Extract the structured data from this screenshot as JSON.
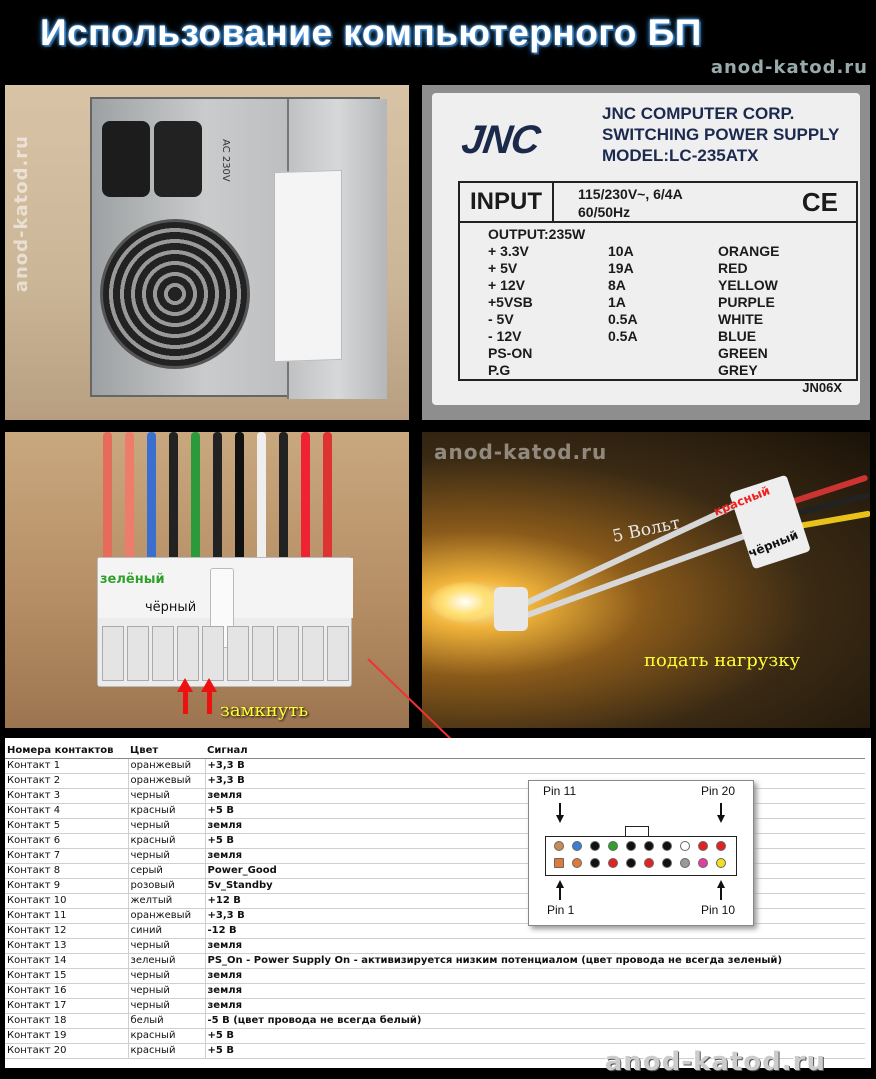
{
  "title": "Использование компьютерного БП",
  "watermark": "anod-katod.ru",
  "psu_photo": {
    "ac_text": "AC 230V"
  },
  "label": {
    "brand": "JNC",
    "corp_lines": [
      "JNC COMPUTER CORP.",
      "SWITCHING POWER SUPPLY",
      "MODEL:LC-235ATX"
    ],
    "input_word": "INPUT",
    "input_lines": [
      "115/230V~, 6/4A",
      "60/50Hz"
    ],
    "ce_mark": "CE",
    "output_header": "OUTPUT:235W",
    "output_rows": [
      {
        "v": "+ 3.3V",
        "a": "10A",
        "c": "ORANGE"
      },
      {
        "v": "+   5V",
        "a": "19A",
        "c": "RED"
      },
      {
        "v": "+ 12V",
        "a": "8A",
        "c": "YELLOW"
      },
      {
        "v": "+5VSB",
        "a": "1A",
        "c": "PURPLE"
      },
      {
        "v": "-   5V",
        "a": "0.5A",
        "c": "WHITE"
      },
      {
        "v": "-  12V",
        "a": "0.5A",
        "c": "BLUE"
      },
      {
        "v": "PS-ON",
        "a": "",
        "c": "GREEN"
      },
      {
        "v": "P.G",
        "a": "",
        "c": "GREY"
      }
    ],
    "code": "JN06X"
  },
  "connector_photo": {
    "green_label": "зелёный",
    "black_label": "чёрный",
    "close_label": "замкнуть"
  },
  "lamp_photo": {
    "volt_label": "5 Вольт",
    "red_label": "красный",
    "black_label": "чёрный",
    "load_label": "подать нагрузку"
  },
  "table": {
    "headers": [
      "Номера контактов",
      "Цвет",
      "Сигнал"
    ],
    "rows": [
      [
        "Контакт 1",
        "оранжевый",
        "+3,3 В"
      ],
      [
        "Контакт 2",
        "оранжевый",
        "+3,3 В"
      ],
      [
        "Контакт 3",
        "черный",
        "земля"
      ],
      [
        "Контакт 4",
        "красный",
        "+5 В"
      ],
      [
        "Контакт 5",
        "черный",
        "земля"
      ],
      [
        "Контакт 6",
        "красный",
        "+5 В"
      ],
      [
        "Контакт 7",
        "черный",
        "земля"
      ],
      [
        "Контакт 8",
        "серый",
        "Power_Good"
      ],
      [
        "Контакт 9",
        "розовый",
        "5v_Standby"
      ],
      [
        "Контакт 10",
        "желтый",
        "+12 В"
      ],
      [
        "Контакт 11",
        "оранжевый",
        "+3,3 В"
      ],
      [
        "Контакт 12",
        "синий",
        "-12 В"
      ],
      [
        "Контакт 13",
        "черный",
        "земля"
      ],
      [
        "Контакт 14",
        "зеленый",
        "PS_On - Power Supply On - активизируется низким потенциалом (цвет провода не всегда зеленый)"
      ],
      [
        "Контакт 15",
        "черный",
        "земля"
      ],
      [
        "Контакт 16",
        "черный",
        "земля"
      ],
      [
        "Контакт 17",
        "черный",
        "земля"
      ],
      [
        "Контакт 18",
        "белый",
        "-5 В (цвет провода не всегда белый)"
      ],
      [
        "Контакт 19",
        "красный",
        "+5 В"
      ],
      [
        "Контакт 20",
        "красный",
        "+5 В"
      ]
    ]
  },
  "pin_diagram": {
    "pin11": "Pin 11",
    "pin20": "Pin 20",
    "pin1": "Pin 1",
    "pin10": "Pin 10",
    "top_row_colors": [
      "#c98b55",
      "#3a7fd4",
      "#111111",
      "#2fa02a",
      "#111111",
      "#111111",
      "#111111",
      "#ffffff",
      "#e32222",
      "#e32222"
    ],
    "bottom_row_colors": [
      "#e07a3a",
      "#e07a3a",
      "#111111",
      "#e32222",
      "#111111",
      "#e32222",
      "#111111",
      "#999999",
      "#e040a0",
      "#f0e020"
    ]
  }
}
